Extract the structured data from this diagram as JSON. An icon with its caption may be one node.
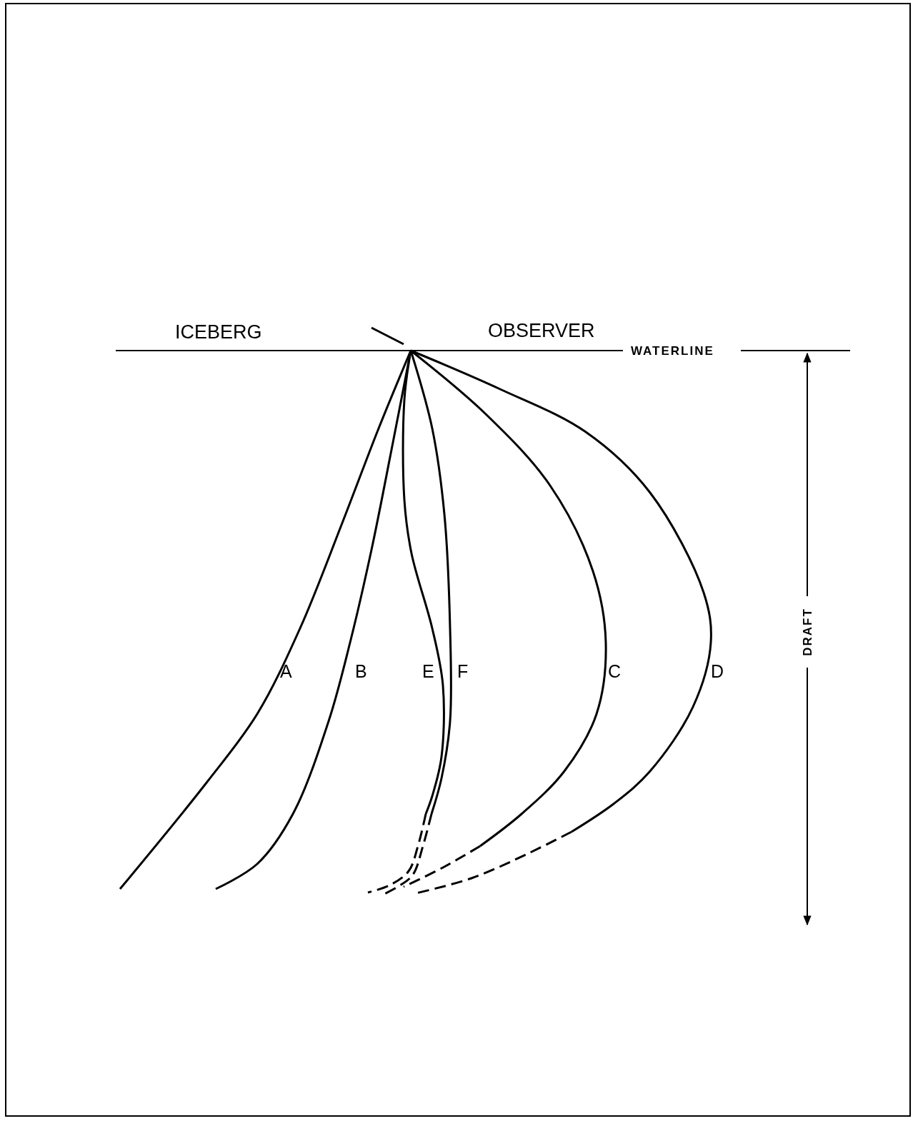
{
  "diagram": {
    "labels": [
      "ICEBERG",
      "OBSERVER",
      "WATERLINE",
      "DRAFT",
      "A",
      "B",
      "E",
      "F",
      "C",
      "D"
    ]
  }
}
